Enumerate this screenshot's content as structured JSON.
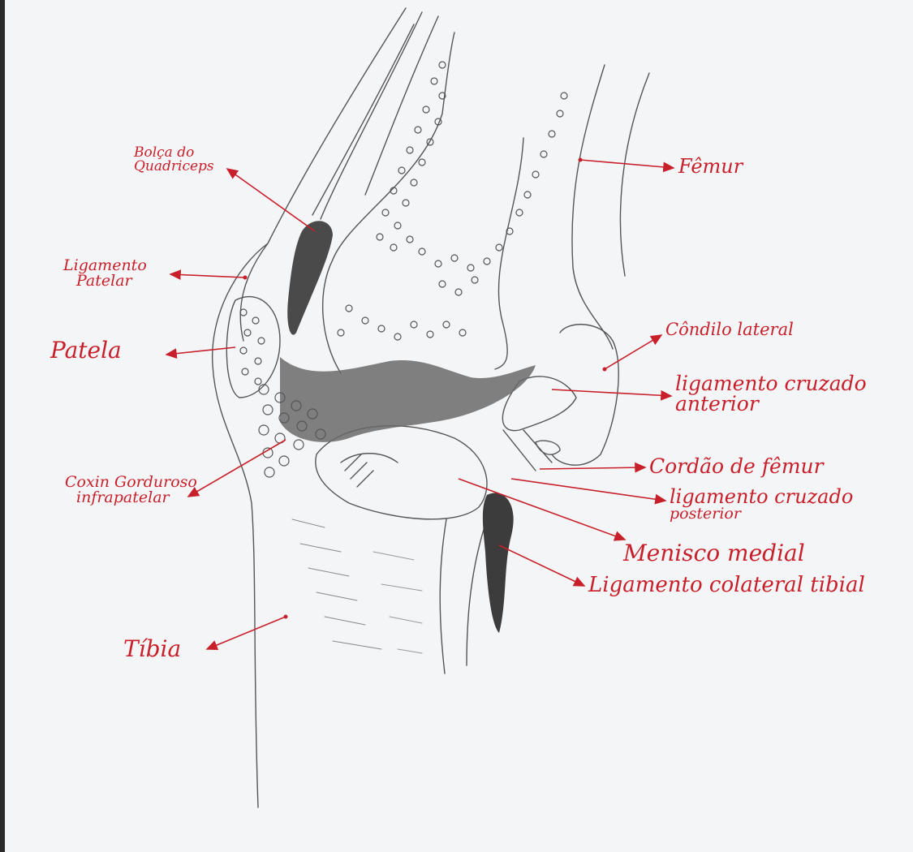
{
  "colors": {
    "paper": "#f4f5f7",
    "pencil": "#3a3a3a",
    "ink": "#c8202a"
  },
  "labels": {
    "bolsa": {
      "line1": "Bolça do",
      "line2": "Quadriceps"
    },
    "ligamento_patelar": {
      "line1": "Ligamento",
      "line2": "Patelar"
    },
    "patela": {
      "line1": "Patela"
    },
    "coxin": {
      "line1": "Coxin Gorduroso",
      "line2": "infrapatelar"
    },
    "tibia": {
      "line1": "Tíbia"
    },
    "femur": {
      "line1": "Fêmur"
    },
    "condilo": {
      "line1": "Côndilo lateral"
    },
    "lca": {
      "line1": "ligamento cruzado",
      "line2": "anterior"
    },
    "cordao": {
      "line1": "Cordão de fêmur"
    },
    "lcp": {
      "line1": "ligamento cruzado",
      "line2": "posterior"
    },
    "menisco": {
      "line1": "Menisco medial"
    },
    "colateral": {
      "line1": "Ligamento colateral tibial"
    }
  }
}
